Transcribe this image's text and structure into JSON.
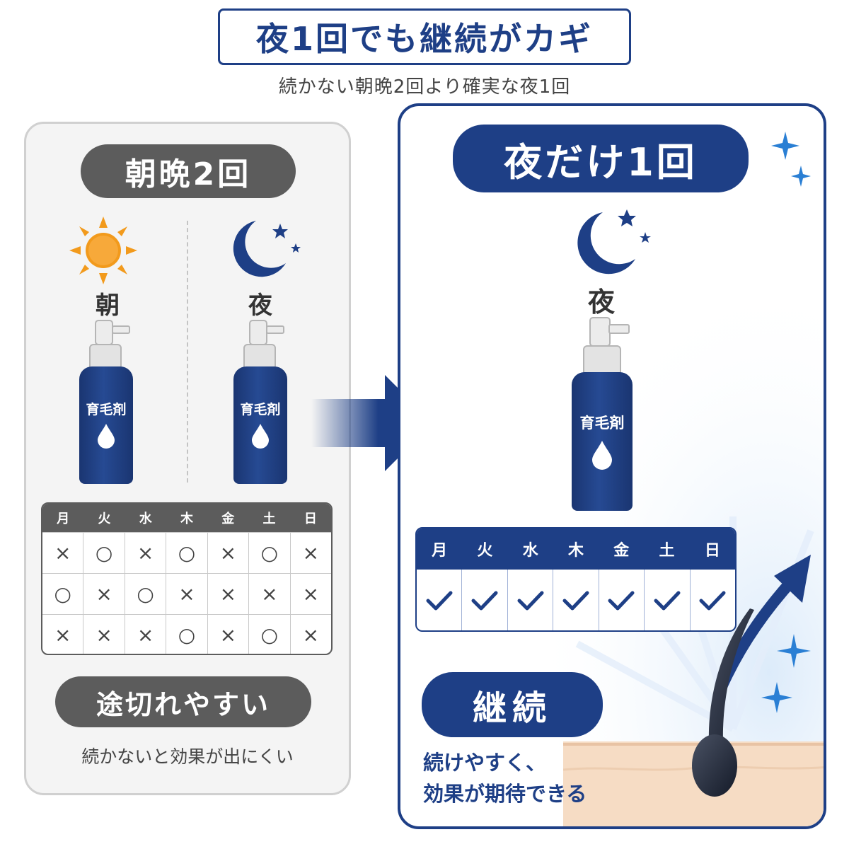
{
  "header": {
    "title": "夜1回でも継続がカギ",
    "subtitle": "続かない朝晩2回より確実な夜1回"
  },
  "left": {
    "plan_label": "朝晩2回",
    "morning_label": "朝",
    "night_label": "夜",
    "bottle_label": "育毛剤",
    "days": [
      "月",
      "火",
      "水",
      "木",
      "金",
      "土",
      "日"
    ],
    "rows": [
      [
        "×",
        "○",
        "×",
        "○",
        "×",
        "○",
        "×"
      ],
      [
        "○",
        "×",
        "○",
        "×",
        "×",
        "×",
        "×"
      ],
      [
        "×",
        "×",
        "×",
        "○",
        "×",
        "○",
        "×"
      ]
    ],
    "result_label": "途切れやすい",
    "note": "続かないと効果が出にくい"
  },
  "right": {
    "plan_label": "夜だけ1回",
    "night_label": "夜",
    "bottle_label": "育毛剤",
    "days": [
      "月",
      "火",
      "水",
      "木",
      "金",
      "土",
      "日"
    ],
    "checks": [
      true,
      true,
      true,
      true,
      true,
      true,
      true
    ],
    "result_label": "継続",
    "note_line1": "続けやすく、",
    "note_line2": "効果が期待できる"
  },
  "colors": {
    "navy": "#1e3f86",
    "gray_pill": "#5c5c5c",
    "sun": "#f29a1c",
    "sparkle": "#2a7fd4",
    "hair": "#1c2233",
    "skin": "#f6dcc4"
  },
  "icons": [
    "sun-icon",
    "moon-icon",
    "star-icon",
    "sparkle-icon",
    "drop-icon",
    "check-icon",
    "arrow-right-icon",
    "growth-arrow-icon",
    "hair-strand-icon"
  ]
}
